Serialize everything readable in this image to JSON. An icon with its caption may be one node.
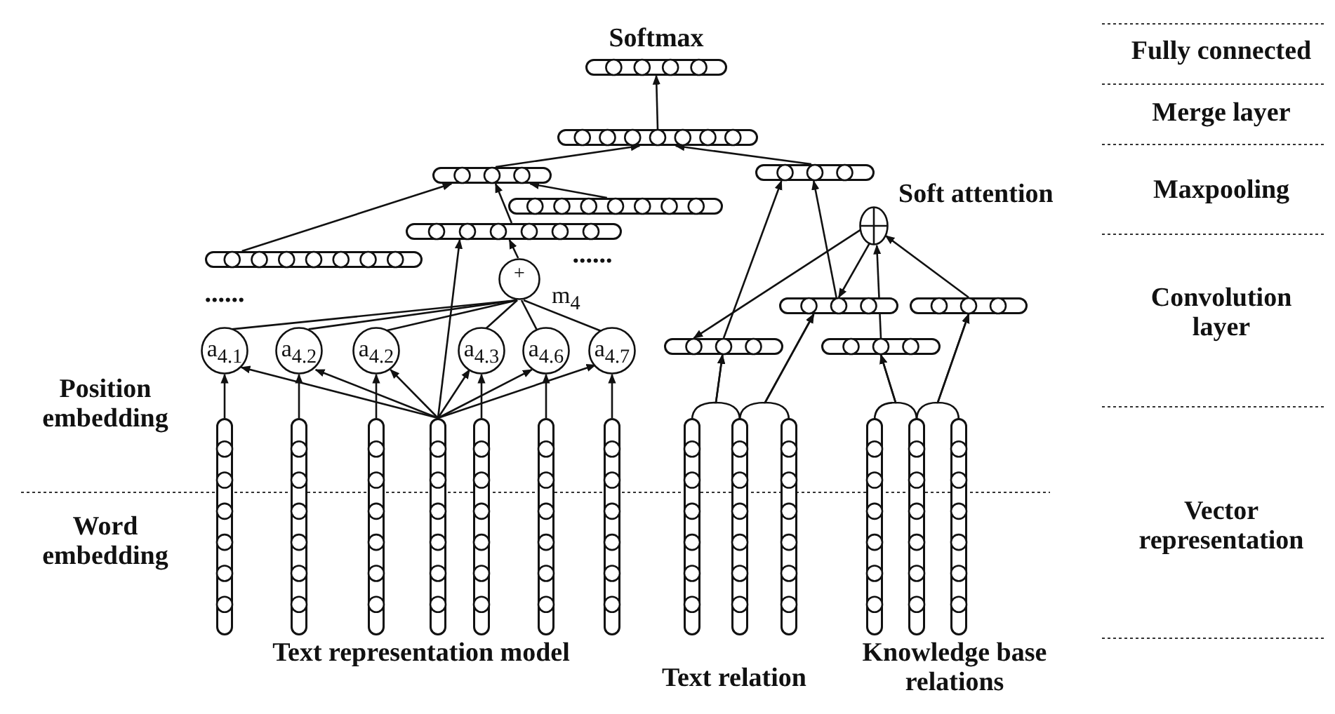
{
  "diagram": {
    "nodes": [
      {
        "text": [
          "Softmax"
        ]
      },
      {
        "text": [],
        "shape": "bar"
      },
      {
        "text": [],
        "shape": "bar"
      },
      {
        "text": [],
        "shape": "bar"
      },
      {
        "text": [],
        "shape": "bar"
      },
      {
        "text": [],
        "shape": "bar"
      },
      {
        "text": [],
        "shape": "bar"
      },
      {
        "text": [
          "+"
        ],
        "beside": [
          "m$_{4}$"
        ]
      },
      {
        "text": [
          "a$_{4.1}$"
        ]
      },
      {
        "text": [
          "a$_{4.2}$"
        ]
      },
      {
        "text": [
          "a$_{4.2}$"
        ]
      },
      {
        "text": [
          "a$_{4.3}$"
        ]
      },
      {
        "text": [
          "a$_{4.6}$"
        ]
      },
      {
        "text": [
          "a$_{4.7}$"
        ]
      },
      {
        "text": [],
        "shape": "bar"
      },
      {
        "text": [],
        "shape": "bar"
      },
      {
        "text": [],
        "shape": "bar"
      },
      {
        "text": [],
        "shape": "bar"
      },
      {
        "text": [],
        "shape": "bar"
      },
      {
        "text": [],
        "shape": "bar"
      },
      {
        "text": [],
        "shape": "bar"
      },
      {
        "text": [],
        "shape": "circle",
        "beside": [
          "Soft attention"
        ]
      },
      {
        "text": [],
        "shape": "bar"
      },
      {
        "text": [],
        "shape": "bar"
      },
      {
        "text": [],
        "shape": "bar"
      },
      {
        "text": [],
        "shape": "bar"
      },
      {
        "text": [],
        "shape": "bar"
      },
      {
        "text": [],
        "shape": "bar"
      },
      {
        "text": [],
        "shape": "bar"
      },
      {
        "text": [],
        "shape": "bar"
      },
      {
        "text": [],
        "shape": "bar"
      },
      {
        "text": [],
        "shape": "bar"
      }
    ],
    "edges": [
      {
        "from": 1,
        "to": 0,
        "arrow": "to"
      },
      {
        "from": 2,
        "to": 1,
        "arrow": "to"
      },
      {
        "from": 3,
        "to": 1,
        "arrow": "to"
      },
      {
        "from": 6,
        "to": 2,
        "arrow": "to"
      },
      {
        "from": 5,
        "to": 2,
        "arrow": "to"
      },
      {
        "from": 4,
        "to": 2,
        "arrow": "to"
      },
      {
        "from": 7,
        "to": 5,
        "arrow": "to"
      },
      {
        "from": 8,
        "to": 7,
        "arrow": "none"
      },
      {
        "from": 9,
        "to": 7,
        "arrow": "none"
      },
      {
        "from": 10,
        "to": 7,
        "arrow": "none"
      },
      {
        "from": 11,
        "to": 7,
        "arrow": "none"
      },
      {
        "from": 12,
        "to": 7,
        "arrow": "none"
      },
      {
        "from": 13,
        "to": 7,
        "arrow": "none"
      },
      {
        "from": 17,
        "to": 8,
        "arrow": "to"
      },
      {
        "from": 17,
        "to": 9,
        "arrow": "to"
      },
      {
        "from": 17,
        "to": 10,
        "arrow": "to"
      },
      {
        "from": 17,
        "to": 11,
        "arrow": "to"
      },
      {
        "from": 17,
        "to": 12,
        "arrow": "to"
      },
      {
        "from": 17,
        "to": 13,
        "arrow": "to"
      },
      {
        "from": 17,
        "to": 5,
        "arrow": "to"
      },
      {
        "from": 14,
        "to": 8,
        "arrow": "to"
      },
      {
        "from": 15,
        "to": 9,
        "arrow": "to"
      },
      {
        "from": 16,
        "to": 10,
        "arrow": "to"
      },
      {
        "from": 18,
        "to": 11,
        "arrow": "to"
      },
      {
        "from": 19,
        "to": 12,
        "arrow": "to"
      },
      {
        "from": 20,
        "to": 13,
        "arrow": "to"
      },
      {
        "from": 22,
        "to": 3,
        "arrow": "to"
      },
      {
        "from": 23,
        "to": 3,
        "arrow": "to"
      },
      {
        "from": 21,
        "to": 23,
        "arrow": "to"
      },
      {
        "from": 21,
        "to": 22,
        "arrow": "to"
      },
      {
        "from": 24,
        "to": 21,
        "arrow": "to"
      },
      {
        "from": 25,
        "to": 21,
        "arrow": "to"
      },
      {
        "from": 26,
        "to": 22,
        "arrow": "to"
      },
      {
        "from": 27,
        "to": 22,
        "arrow": "to"
      },
      {
        "from": 27,
        "to": 23,
        "arrow": "to"
      },
      {
        "from": 28,
        "to": 23,
        "arrow": "to"
      },
      {
        "from": 29,
        "to": 24,
        "arrow": "to"
      },
      {
        "from": 30,
        "to": 24,
        "arrow": "to"
      },
      {
        "from": 30,
        "to": 25,
        "arrow": "to"
      },
      {
        "from": 31,
        "to": 25,
        "arrow": "to"
      }
    ],
    "labels": [
      "Fully connected",
      "Merge layer",
      "Maxpooling",
      "Convolution layer",
      "......",
      "......",
      "Position embedding",
      "Vector representation",
      "Word embedding",
      "Text representation model",
      "Text relation",
      "Knowledge base relations"
    ]
  }
}
